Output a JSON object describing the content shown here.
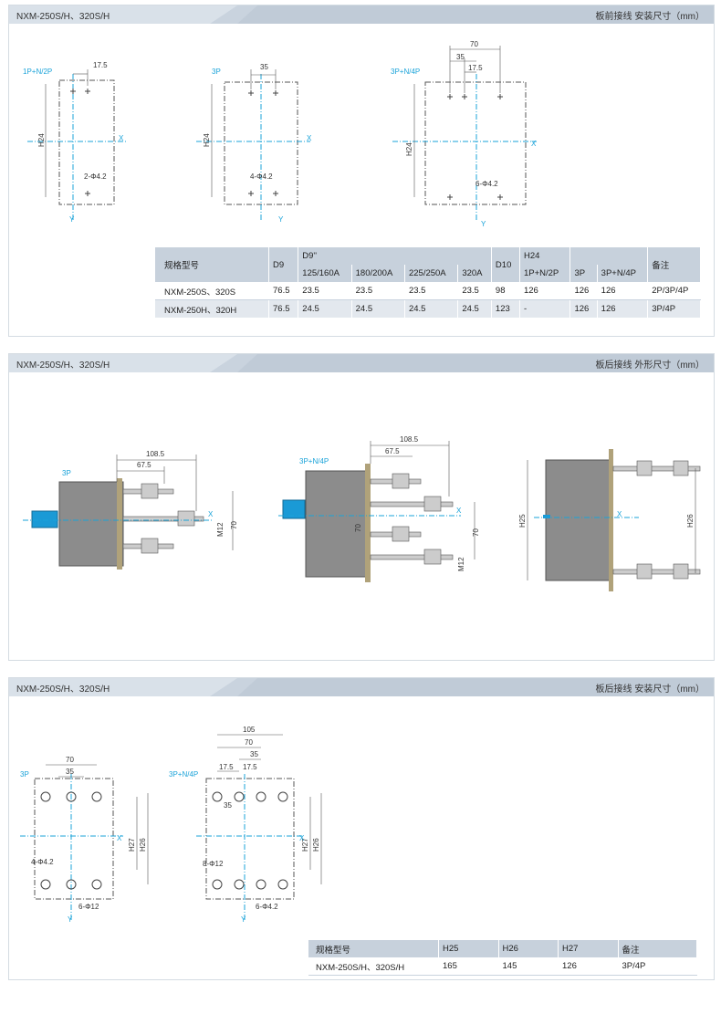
{
  "colors": {
    "accent": "#1aa3d9",
    "header": "#c9d3de",
    "body_gray": "#8a8a8a"
  },
  "section1": {
    "left_title": "NXM-250S/H、320S/H",
    "right_title": "板前接线  安装尺寸（mm）",
    "diagram_1p": {
      "label": "1P+N/2P",
      "dim_top": "17.5",
      "h_label": "H24",
      "hole": "2-Φ4.2",
      "x": "X",
      "y": "Y"
    },
    "diagram_3p": {
      "label": "3P",
      "dim_top": "35",
      "h_label": "H24",
      "hole": "4-Φ4.2",
      "x": "X",
      "y": "Y"
    },
    "diagram_4p": {
      "label": "3P+N/4P",
      "dim_a": "70",
      "dim_b": "35",
      "dim_c": "17.5",
      "h_label": "H24",
      "hole": "6-Φ4.2",
      "x": "X",
      "y": "Y"
    },
    "table": {
      "h_model": "规格型号",
      "h_d9": "D9",
      "h_d9pp": "D9''",
      "h_d10": "D10",
      "h_h24": "H24",
      "h_note": "备注",
      "sub": [
        "125/160A",
        "180/200A",
        "225/250A",
        "320A",
        "1P+N/2P",
        "3P",
        "3P+N/4P"
      ],
      "rows": [
        [
          "NXM-250S、320S",
          "76.5",
          "23.5",
          "23.5",
          "23.5",
          "23.5",
          "98",
          "126",
          "126",
          "126",
          "2P/3P/4P"
        ],
        [
          "NXM-250H、320H",
          "76.5",
          "24.5",
          "24.5",
          "24.5",
          "24.5",
          "123",
          "-",
          "126",
          "126",
          "3P/4P"
        ]
      ]
    }
  },
  "section2": {
    "left_title": "NXM-250S/H、320S/H",
    "right_title": "板后接线  外形尺寸（mm）",
    "d3p": {
      "label": "3P",
      "dim_a": "108.5",
      "dim_b": "67.5",
      "m12": "M12",
      "d70": "70",
      "x": "X"
    },
    "d4p": {
      "label": "3P+N/4P",
      "dim_a": "108.5",
      "dim_b": "67.5",
      "d70": "70",
      "m12": "M12",
      "d70b": "70",
      "x": "X"
    },
    "side": {
      "h25": "H25",
      "h26": "H26",
      "x": "X"
    }
  },
  "section3": {
    "left_title": "NXM-250S/H、320S/H",
    "right_title": "板后接线  安装尺寸（mm）",
    "d3p": {
      "label": "3P",
      "d70": "70",
      "d35": "35",
      "h27": "H27",
      "h26": "H26",
      "hole_a": "4-Φ4.2",
      "hole_b": "6-Φ12",
      "x": "X",
      "y": "Y"
    },
    "d4p": {
      "label": "3P+N/4P",
      "d105": "105",
      "d70": "70",
      "d35": "35",
      "d175a": "17.5",
      "d175b": "17.5",
      "d35b": "35",
      "h27": "H27",
      "h26": "H26",
      "hole_a": "8-Φ12",
      "hole_b": "6-Φ4.2",
      "x": "X",
      "y": "Y"
    },
    "table": {
      "headers": [
        "规格型号",
        "H25",
        "H26",
        "H27",
        "备注"
      ],
      "row": [
        "NXM-250S/H、320S/H",
        "165",
        "145",
        "126",
        "3P/4P"
      ]
    }
  }
}
